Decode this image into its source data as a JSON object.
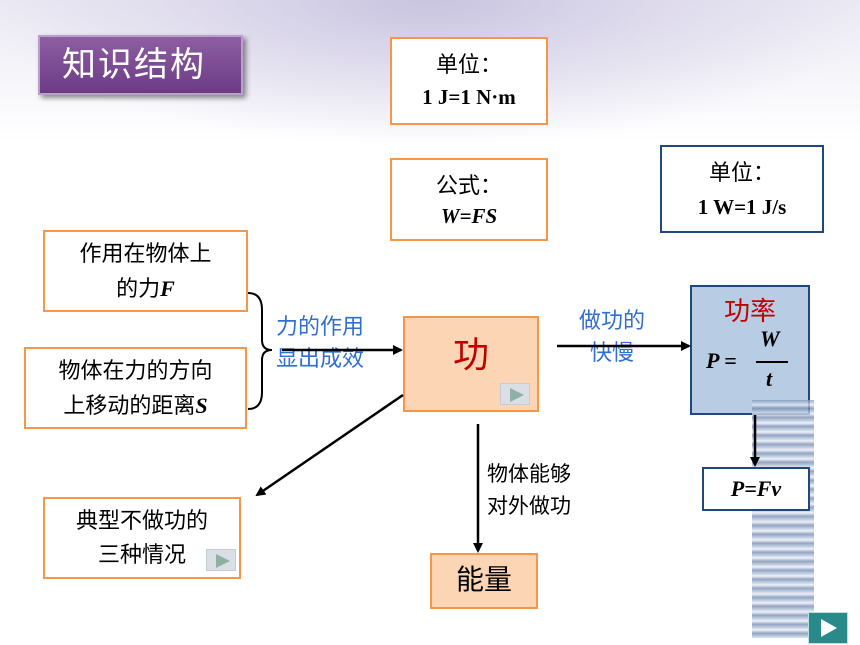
{
  "title": "知识结构",
  "unit_work": {
    "line1": "单位：",
    "line2": "1 J=1 N·m"
  },
  "formula": {
    "line1": "公式：",
    "line2": "W=FS"
  },
  "unit_power": {
    "line1": "单位：",
    "line2": "1 W=1 J/s"
  },
  "force": {
    "line1": "作用在物体上",
    "line2_prefix": "的力",
    "line2_var": "F"
  },
  "distance": {
    "line1": "物体在力的方向",
    "line2_prefix": "上移动的距离",
    "line2_var": "S"
  },
  "label_effect": {
    "line1": "力的作用",
    "line2": "显出成效"
  },
  "work": {
    "label": "功"
  },
  "label_speed": {
    "line1": "做功的",
    "line2": "快慢"
  },
  "power": {
    "label": "功率",
    "lhs": "P =",
    "num": "W",
    "den": "t"
  },
  "power_formula2": "P=Fv",
  "label_energy_link": {
    "line1": "物体能够",
    "line2": "对外做功"
  },
  "energy": {
    "label": "能量"
  },
  "no_work": {
    "line1": "典型不做功的",
    "line2": "三种情况"
  }
}
